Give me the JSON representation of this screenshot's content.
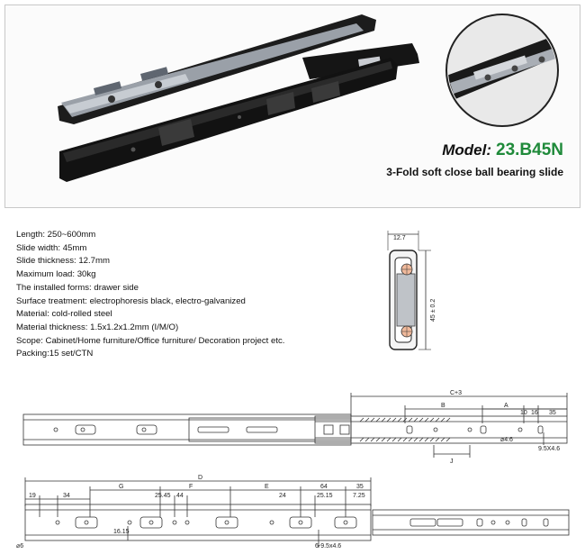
{
  "product": {
    "model_label": "Model:",
    "model_code": "23.B45N",
    "subtitle": "3-Fold soft close ball bearing slide"
  },
  "specs": [
    "Length: 250~600mm",
    "Slide width: 45mm",
    "Slide thickness: 12.7mm",
    "Maximum load: 30kg",
    "The installed forms: drawer side",
    "Surface treatment: electrophoresis black, electro-galvanized",
    "Material: cold-rolled steel",
    "Material thickness: 1.5x1.2x1.2mm (I/M/O)",
    "Scope: Cabinet/Home furniture/Office furniture/ Decoration project etc.",
    "Packing:15 set/CTN"
  ],
  "cross_section": {
    "width_label": "12.7",
    "height_label": "45 ± 0.2"
  },
  "top_drawing": {
    "labels": {
      "c3": "C+3",
      "b": "B",
      "a": "A",
      "d10": "10",
      "d16": "16",
      "d35": "35",
      "j": "J",
      "hole": "⌀4.6",
      "slot": "9.5X4.6"
    }
  },
  "bottom_drawing": {
    "labels": {
      "d": "D",
      "g": "G",
      "f": "F",
      "e": "E",
      "d19": "19",
      "d34": "34",
      "d2545": "25.45",
      "d44": "44",
      "d24": "24",
      "d2515": "25.15",
      "d64": "64",
      "d35": "35",
      "d725": "7.25",
      "d1615": "16.15",
      "hole": "⌀6",
      "slots": "6-9.5x4.6"
    }
  },
  "colors": {
    "slide_black": "#1a1a1a",
    "zinc": "#b8bcc2",
    "model_green": "#1f8a3a",
    "line": "#333333"
  }
}
